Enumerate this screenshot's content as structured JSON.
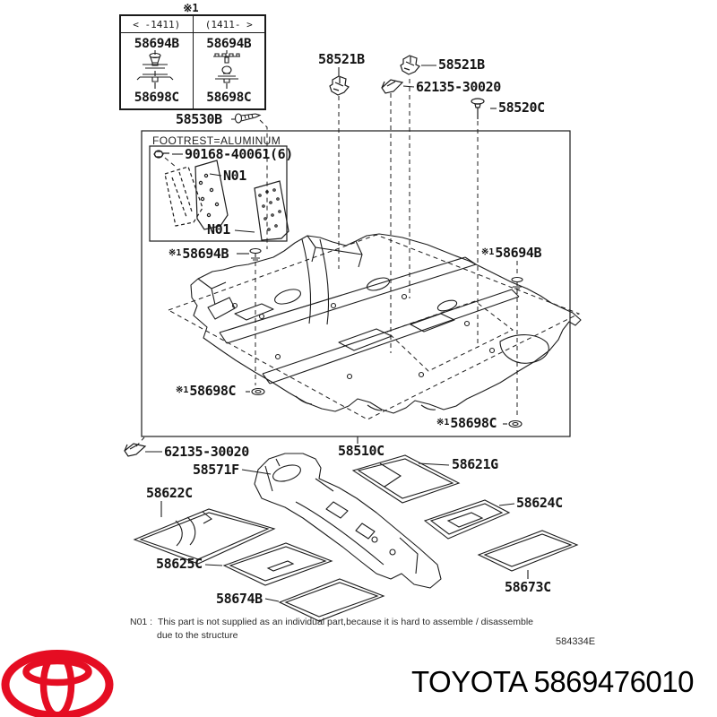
{
  "ref_mark": "※1",
  "variant_table": {
    "title": "※1",
    "columns": [
      {
        "header": "<  -1411)",
        "top_part": "58694B",
        "bottom_part": "58698C"
      },
      {
        "header": "(1411-  >",
        "top_part": "58694B",
        "bottom_part": "58698C"
      }
    ]
  },
  "callouts": {
    "p58521b_left": "58521B",
    "p58521b_right": "58521B",
    "p62135_top": "62135-30020",
    "p58520c": "58520C",
    "p58530b": "58530B",
    "footrest_note": "FOOTREST=ALUMINUM",
    "p90168": "90168-40061(6)",
    "n01_upper": "N01",
    "n01_lower": "N01",
    "p58694b_left": "58694B",
    "p58694b_right": "58694B",
    "p58698c_left": "58698C",
    "p58698c_right": "58698C",
    "p62135_bottom": "62135-30020",
    "p58510c": "58510C",
    "p58571f": "58571F",
    "p58621g": "58621G",
    "p58622c": "58622C",
    "p58624c": "58624C",
    "p58625c": "58625C",
    "p58674b": "58674B",
    "p58673c": "58673C"
  },
  "footnote": {
    "code": "N01 :",
    "line1": "This part is not supplied as an individual part,because it is hard to assemble / disassemble",
    "line2": "due to the structure"
  },
  "drawing_code": "584334E",
  "footer": {
    "brand_part_line": "TOYOTA 5869476010"
  },
  "colors": {
    "brand_red": "#e50d22",
    "line_color": "#1c1c1c"
  }
}
